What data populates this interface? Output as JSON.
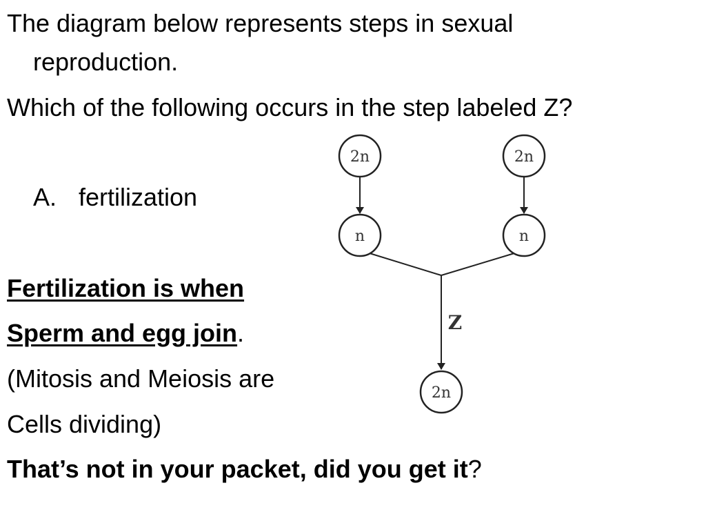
{
  "question": {
    "line1": "The diagram below represents steps in sexual",
    "line2": "reproduction.",
    "line3": "Which of the following occurs in the step labeled Z?"
  },
  "answer": {
    "letter": "A.",
    "text": "fertilization"
  },
  "explanation": {
    "line1": "Fertilization is when",
    "line2_bold": "Sperm and egg join",
    "line2_tail": ".",
    "line3": " (Mitosis and Meiosis are",
    "line4": "Cells dividing)",
    "line5_bold": "That’s not in your packet, did you get it",
    "line5_tail": "?"
  },
  "diagram": {
    "top_left": "2n",
    "top_right": "2n",
    "mid_left": "n",
    "mid_right": "n",
    "bottom": "2n",
    "step_label": "Z"
  }
}
